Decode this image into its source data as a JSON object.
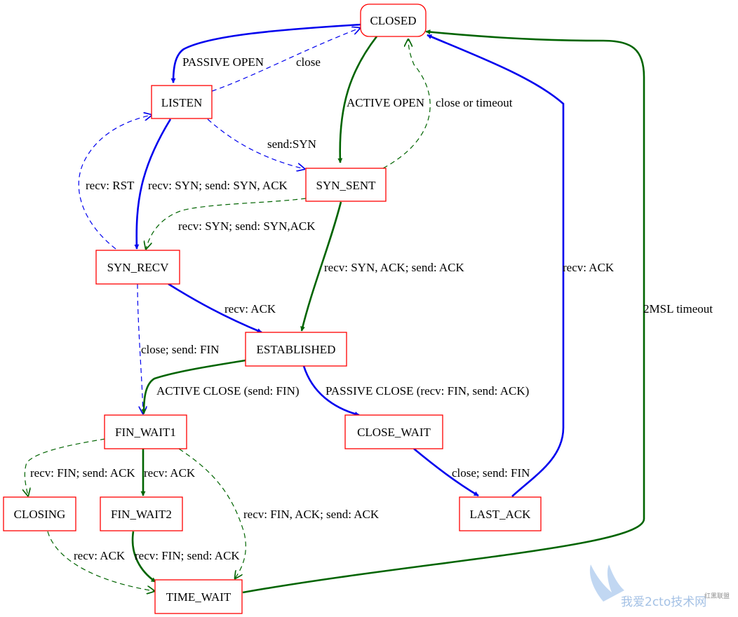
{
  "title": "TCP state transition diagram",
  "colors": {
    "node_border": "#ff0000",
    "blue": "#0000ee",
    "green": "#006400"
  },
  "nodes": {
    "closed": "CLOSED",
    "listen": "LISTEN",
    "syn_sent": "SYN_SENT",
    "syn_recv": "SYN_RECV",
    "established": "ESTABLISHED",
    "fin_wait1": "FIN_WAIT1",
    "close_wait": "CLOSE_WAIT",
    "closing": "CLOSING",
    "fin_wait2": "FIN_WAIT2",
    "last_ack": "LAST_ACK",
    "time_wait": "TIME_WAIT"
  },
  "edges": {
    "passive_open": "PASSIVE OPEN",
    "listen_close": "close",
    "active_open": "ACTIVE OPEN",
    "close_or_timeout": "close or timeout",
    "send_syn": "send:SYN",
    "recv_rst": "recv: RST",
    "listen_recv_syn": "recv: SYN; send: SYN, ACK",
    "synsent_recv_syn": "recv: SYN; send: SYN,ACK",
    "recv_syn_ack": "recv: SYN, ACK; send: ACK",
    "synrecv_recv_ack": "recv: ACK",
    "lastack_recv_ack": "recv: ACK",
    "msl_timeout": "2MSL timeout",
    "close_send_fin": "close; send: FIN",
    "active_close": "ACTIVE CLOSE (send: FIN)",
    "passive_close": "PASSIVE CLOSE (recv: FIN, send: ACK)",
    "finwait1_recv_fin": "recv: FIN; send: ACK",
    "finwait1_recv_ack": "recv: ACK",
    "closewait_close": "close; send: FIN",
    "recv_fin_ack": "recv: FIN, ACK; send: ACK",
    "closing_recv_ack": "recv: ACK",
    "finwait2_recv_fin": "recv: FIN; send: ACK"
  },
  "watermark": {
    "text": "我爱2cto技术网",
    "small": "红黑联盟"
  }
}
